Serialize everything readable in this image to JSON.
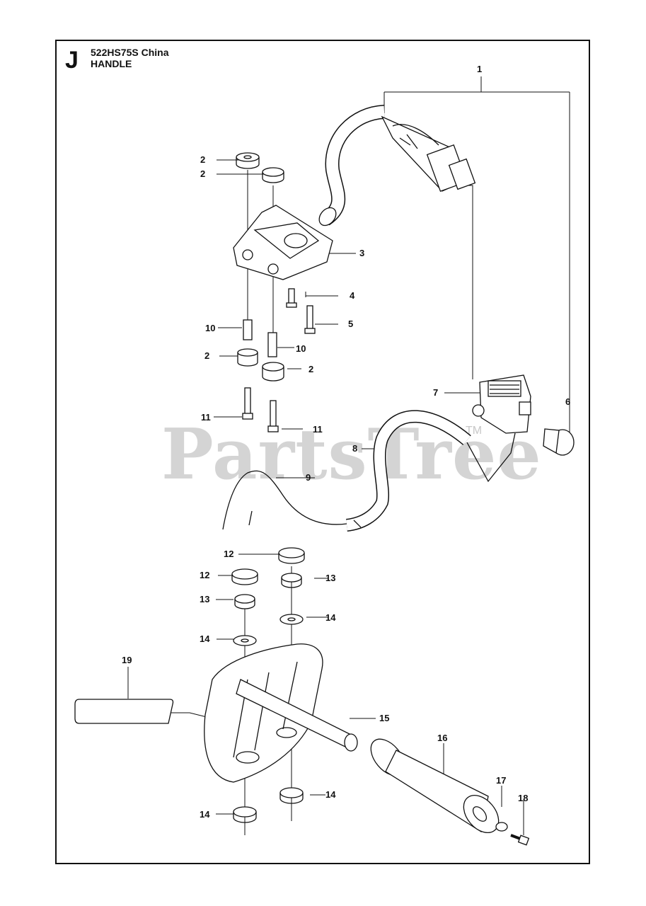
{
  "header": {
    "section_letter": "J",
    "model": "522HS75S China",
    "section": "HANDLE"
  },
  "watermark": {
    "text": "PartsTree",
    "tm": "TM"
  },
  "callouts": [
    {
      "id": "1",
      "label": "1"
    },
    {
      "id": "2a",
      "label": "2"
    },
    {
      "id": "2b",
      "label": "2"
    },
    {
      "id": "2c",
      "label": "2"
    },
    {
      "id": "2d",
      "label": "2"
    },
    {
      "id": "3",
      "label": "3"
    },
    {
      "id": "4",
      "label": "4"
    },
    {
      "id": "5",
      "label": "5"
    },
    {
      "id": "6",
      "label": "6"
    },
    {
      "id": "7",
      "label": "7"
    },
    {
      "id": "8",
      "label": "8"
    },
    {
      "id": "9",
      "label": "9"
    },
    {
      "id": "10a",
      "label": "10"
    },
    {
      "id": "10b",
      "label": "10"
    },
    {
      "id": "11a",
      "label": "11"
    },
    {
      "id": "11b",
      "label": "11"
    },
    {
      "id": "12a",
      "label": "12"
    },
    {
      "id": "12b",
      "label": "12"
    },
    {
      "id": "13a",
      "label": "13"
    },
    {
      "id": "13b",
      "label": "13"
    },
    {
      "id": "14a",
      "label": "14"
    },
    {
      "id": "14b",
      "label": "14"
    },
    {
      "id": "14c",
      "label": "14"
    },
    {
      "id": "14d",
      "label": "14"
    },
    {
      "id": "15",
      "label": "15"
    },
    {
      "id": "16",
      "label": "16"
    },
    {
      "id": "17",
      "label": "17"
    },
    {
      "id": "18",
      "label": "18"
    },
    {
      "id": "19",
      "label": "19"
    }
  ],
  "colors": {
    "line": "#111111",
    "watermark": "#d4d4d4",
    "part_fill": "#ffffff",
    "part_shade": "#bdbdbd"
  }
}
